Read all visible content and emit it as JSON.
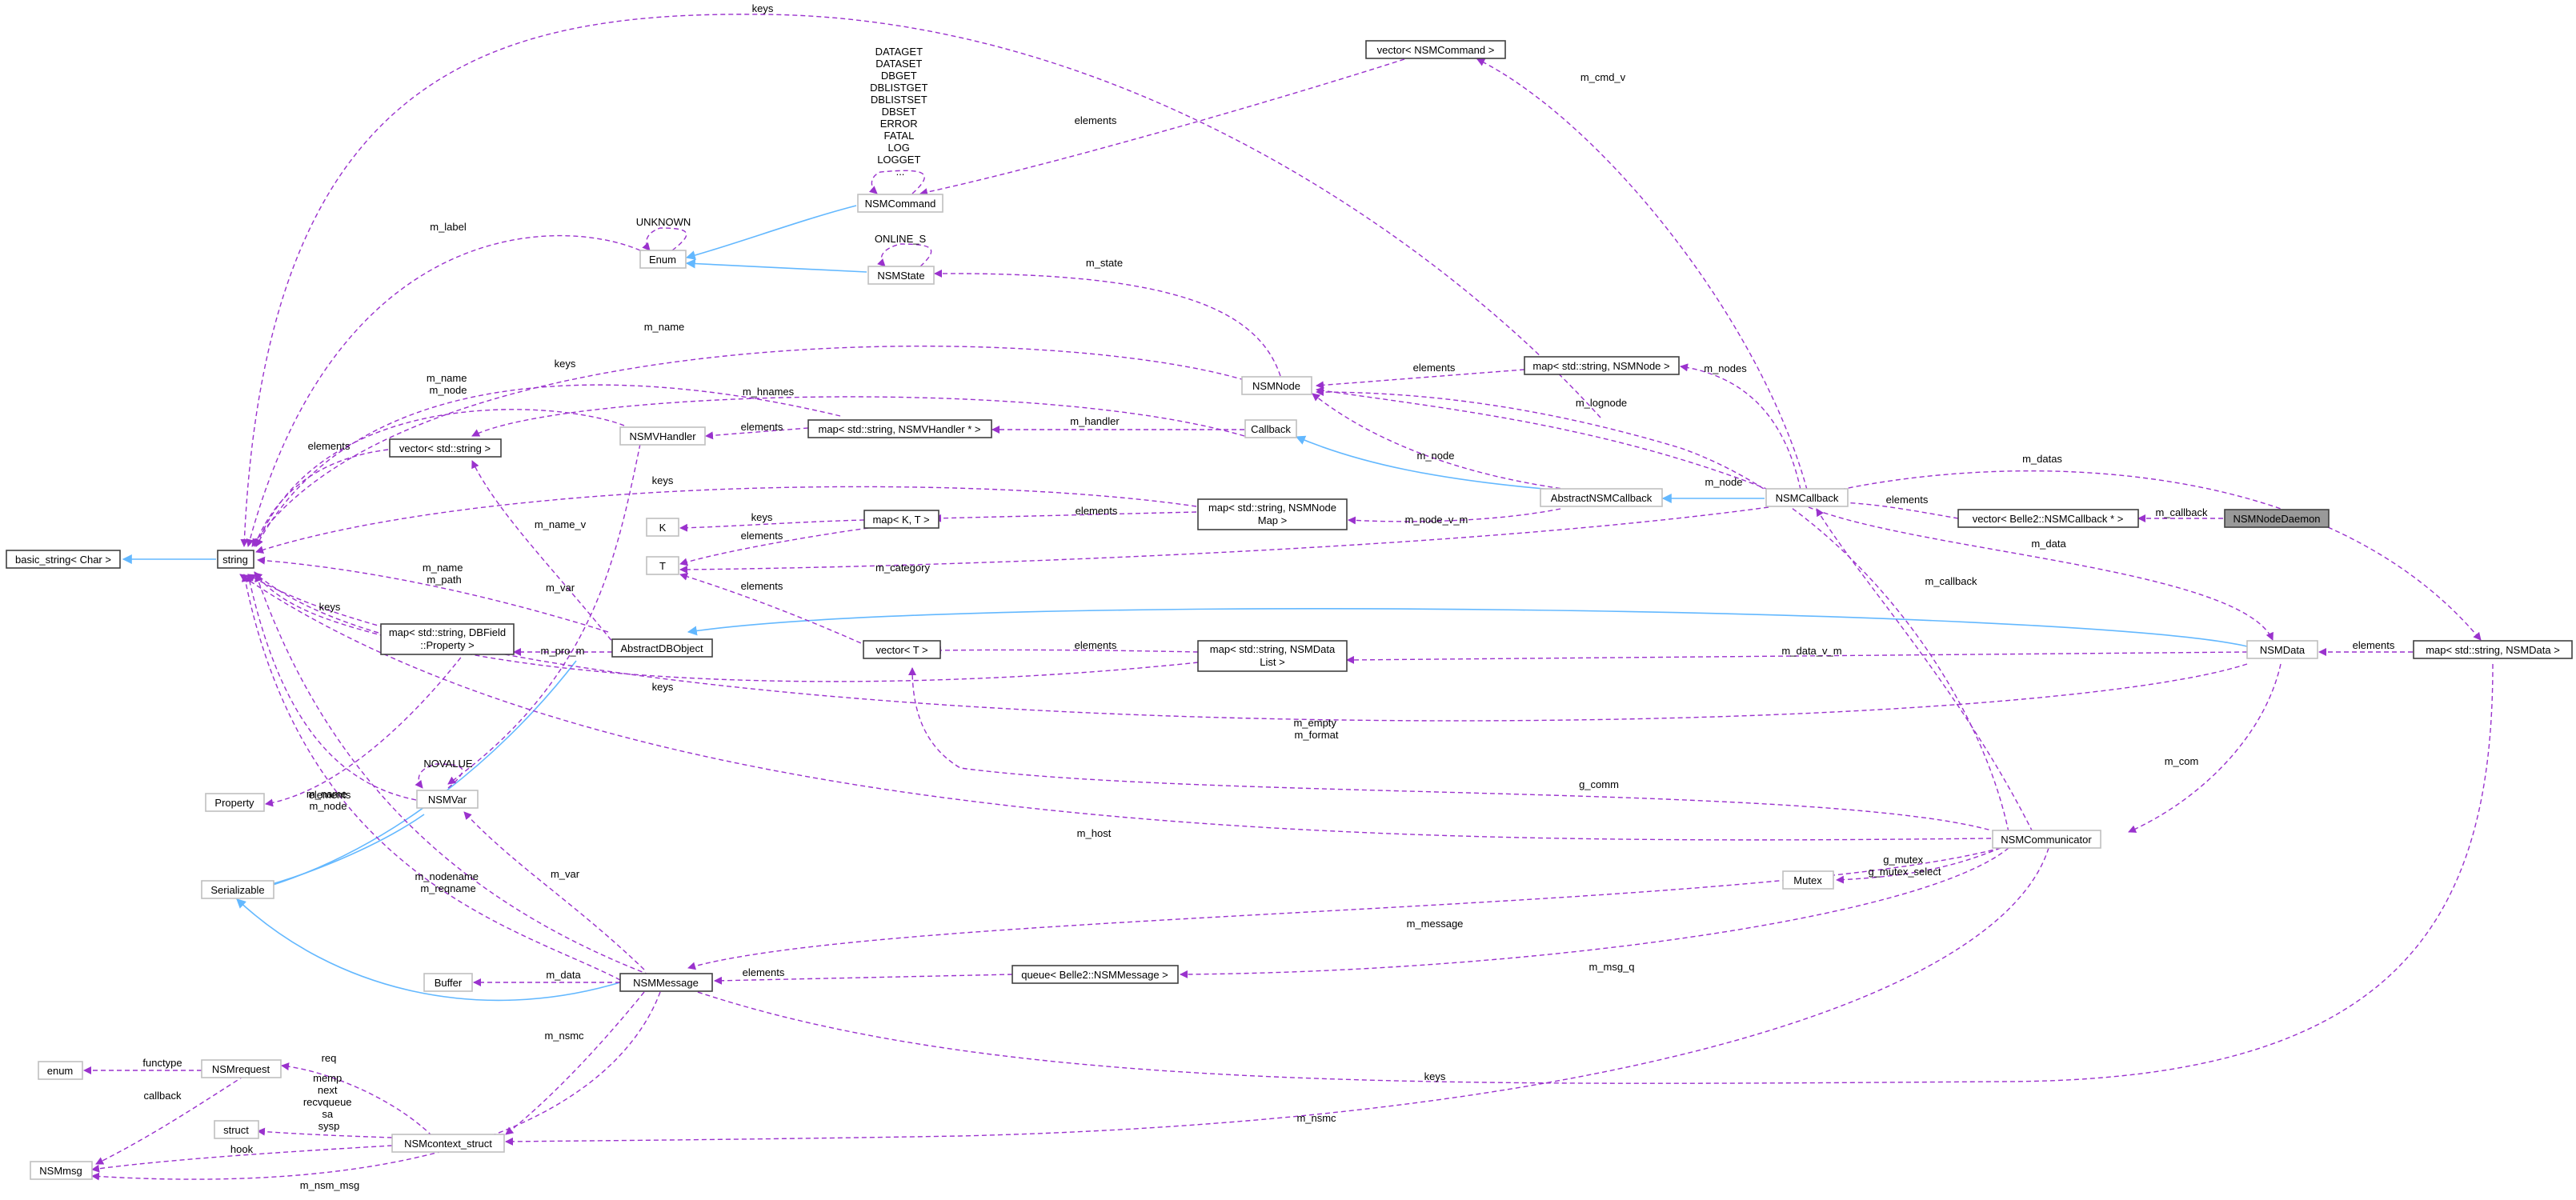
{
  "colors": {
    "dependency": "#9a32cd",
    "inheritance": "#63b8ff",
    "focus_fill": "#999999",
    "box_border": "#bfbfbf"
  },
  "nodes": {
    "basic_string": "basic_string< Char >",
    "string": "string",
    "vector_string": "vector< std::string >",
    "nsmvhandler": "NSMVHandler",
    "map_vhandler": "map< std::string, NSMVHandler * >",
    "callback": "Callback",
    "enum": "Enum",
    "nsmcommand": "NSMCommand",
    "nsmstate": "NSMState",
    "vector_nsmcommand": "vector< NSMCommand >",
    "nsmnode": "NSMNode",
    "map_nsmnode": "map< std::string, NSMNode >",
    "k": "K",
    "t": "T",
    "map_kt": "map< K, T >",
    "map_nodemap": [
      "map< std::string, NSMNode",
      "Map >"
    ],
    "abstractnsmcallback": "AbstractNSMCallback",
    "nsmcallback": "NSMCallback",
    "vector_callback": "vector< Belle2::NSMCallback * >",
    "daemon": "NSMNodeDaemon",
    "map_dbfield": [
      "map< std::string, DBField",
      "::Property >"
    ],
    "abstractdbobject": "AbstractDBObject",
    "vector_t": "vector< T >",
    "map_datalist": [
      "map< std::string, NSMData",
      "List >"
    ],
    "nsmdata": "NSMData",
    "map_nsmdata": "map< std::string, NSMData >",
    "property": "Property",
    "nsmvar": "NSMVar",
    "serializable": "Serializable",
    "nsmcommunicator": "NSMCommunicator",
    "mutex": "Mutex",
    "buffer": "Buffer",
    "nsmmessage": "NSMMessage",
    "queue_msg": "queue< Belle2::NSMMessage >",
    "enum_lc": "enum",
    "nsmrequest": "NSMrequest",
    "struct": "struct",
    "nsmcontext": "NSMcontext_struct",
    "nsmmsg": "NSMmsg"
  },
  "edge_labels": {
    "keys_top": "keys",
    "m_cmd_v": "m_cmd_v",
    "cmd_list": [
      "DATAGET",
      "DATASET",
      "DBGET",
      "DBLISTGET",
      "DBLISTSET",
      "DBSET",
      "ERROR",
      "FATAL",
      "LOG",
      "LOGGET",
      "..."
    ],
    "elements_cmd": "elements",
    "unknown": "UNKNOWN",
    "m_label": "m_label",
    "online_s": "ONLINE_S",
    "m_state": "m_state",
    "m_name": "m_name",
    "keys_vh": "keys",
    "m_hnames": "m_hnames",
    "m_name_m_node": [
      "m_name",
      "m_node"
    ],
    "elements_vh": "elements",
    "m_handler": "m_handler",
    "elements_vs": "elements",
    "elements_nodes": "elements",
    "m_nodes": "m_nodes",
    "m_lognode": "m_lognode",
    "m_node_cb": "m_node",
    "keys_nm": "keys",
    "m_name_v": "m_name_v",
    "keys_kt": "keys",
    "elements_kt": "elements",
    "elements_nm": "elements",
    "m_node_v_m": "m_node_v_m",
    "m_node_comm": "m_node",
    "elements_cbv": "elements",
    "m_callback_d": "m_callback",
    "m_datas": "m_datas",
    "elements_t": "elements",
    "m_category": "m_category",
    "m_data": "m_data",
    "m_callback_c": "m_callback",
    "m_var_h": "m_var",
    "m_name_m_path": [
      "m_name",
      "m_path"
    ],
    "keys_db": "keys",
    "m_pro_m": "m_pro_m",
    "elements_dl": "elements",
    "m_data_v_m": "m_data_v_m",
    "elements_nd": "elements",
    "keys_dl": "keys",
    "m_empty_m_format": [
      "m_empty",
      "m_format"
    ],
    "m_com": "m_com",
    "novalue": "NOVALUE",
    "m_name_m_node_var": [
      "m_name",
      "m_node"
    ],
    "elements_prop": "elements",
    "g_comm": "g_comm",
    "m_host": "m_host",
    "g_mutex": [
      "g_mutex",
      "g_mutex_select"
    ],
    "m_nodename": [
      "m_nodename",
      "m_reqname"
    ],
    "m_var_msg": "m_var",
    "m_message": "m_message",
    "m_data_buf": "m_data",
    "elements_q": "elements",
    "m_msg_q": "m_msg_q",
    "functype": "functype",
    "req": "req",
    "m_nsmc_msg": "m_nsmc",
    "keys_bottom": "keys",
    "callback_r": "callback",
    "memp_list": [
      "memp",
      "next",
      "recvqueue",
      "sa",
      "sysp"
    ],
    "hook": "hook",
    "m_nsmc_comm": "m_nsmc",
    "m_nsm_msg": "m_nsm_msg"
  }
}
